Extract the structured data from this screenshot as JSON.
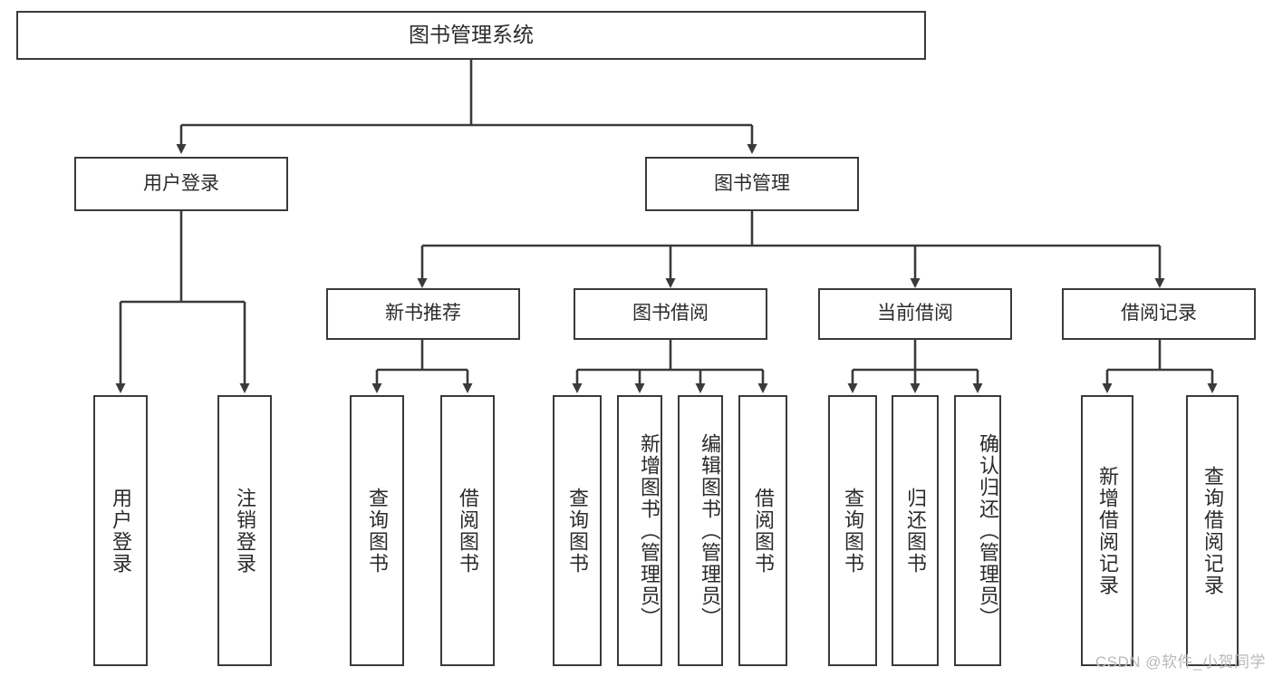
{
  "diagram": {
    "title": "图书管理系统",
    "type": "tree",
    "root": {
      "id": "root",
      "label": "图书管理系统"
    },
    "level1": [
      {
        "id": "user-login",
        "label": "用户登录"
      },
      {
        "id": "book-manage",
        "label": "图书管理"
      }
    ],
    "level2": [
      {
        "id": "new-book-recommend",
        "label": "新书推荐",
        "parent": "book-manage"
      },
      {
        "id": "book-borrow",
        "label": "图书借阅",
        "parent": "book-manage"
      },
      {
        "id": "current-borrow",
        "label": "当前借阅",
        "parent": "book-manage"
      },
      {
        "id": "borrow-record",
        "label": "借阅记录",
        "parent": "book-manage"
      }
    ],
    "leaves": {
      "user-login": [
        {
          "id": "leaf-user-login",
          "label": "用户登录"
        },
        {
          "id": "leaf-logout",
          "label": "注销登录"
        }
      ],
      "new-book-recommend": [
        {
          "id": "leaf-query-book-1",
          "label": "查询图书"
        },
        {
          "id": "leaf-borrow-book-1",
          "label": "借阅图书"
        }
      ],
      "book-borrow": [
        {
          "id": "leaf-query-book-2",
          "label": "查询图书"
        },
        {
          "id": "leaf-add-book",
          "label": "新增图书（管理员）"
        },
        {
          "id": "leaf-edit-book",
          "label": "编辑图书（管理员）"
        },
        {
          "id": "leaf-borrow-book-2",
          "label": "借阅图书"
        }
      ],
      "current-borrow": [
        {
          "id": "leaf-query-book-3",
          "label": "查询图书"
        },
        {
          "id": "leaf-return-book",
          "label": "归还图书"
        },
        {
          "id": "leaf-confirm-return",
          "label": "确认归还（管理员）"
        }
      ],
      "borrow-record": [
        {
          "id": "leaf-add-record",
          "label": "新增借阅记录"
        },
        {
          "id": "leaf-query-record",
          "label": "查询借阅记录"
        }
      ]
    }
  },
  "watermark": {
    "text": "CSDN @软件_小贺同学"
  },
  "colors": {
    "stroke": "#3a3a3a",
    "text": "#2b2b2b",
    "background": "#ffffff",
    "watermark": "#b9b9b9"
  }
}
